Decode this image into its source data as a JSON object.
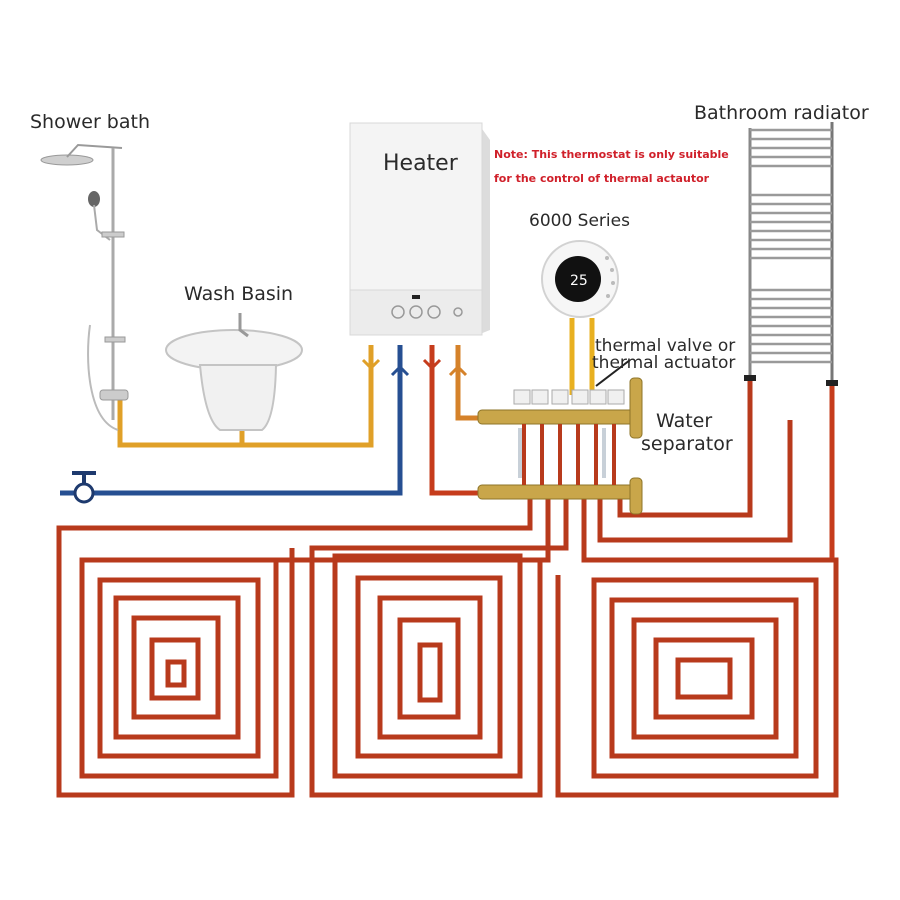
{
  "labels": {
    "shower": "Shower bath",
    "basin": "Wash Basin",
    "heater": "Heater",
    "radiator": "Bathroom radiator",
    "thermostat": "6000 Series",
    "valve_line1": "thermal valve or",
    "valve_line2": "thermal actuator",
    "separator_line1": "Water",
    "separator_line2": "separator"
  },
  "note": {
    "line1": "Note: This thermostat is only suitable",
    "line2": "for the control of thermal actautor"
  },
  "thermostat_display": "25",
  "colors": {
    "note": "#d0202a",
    "floor_pipe": "#b83a1c",
    "hot_supply": "#c63c1c",
    "cold_water": "#264f92",
    "domestic_hot": "#e0a028",
    "return": "#d5822a",
    "manifold_brass": "#c9a64a"
  }
}
